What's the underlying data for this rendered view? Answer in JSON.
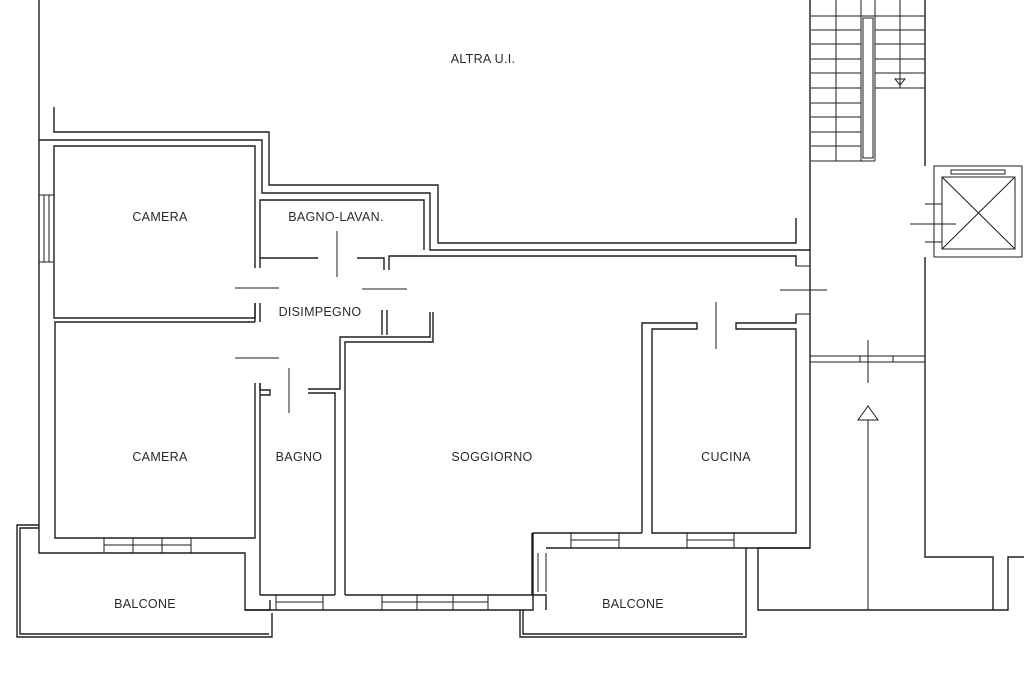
{
  "plan": {
    "rooms": {
      "other_unit": "ALTRA U.I.",
      "bedroom_1": "CAMERA",
      "laundry_bath": "BAGNO-LAVAN.",
      "hallway": "DISIMPEGNO",
      "bedroom_2": "CAMERA",
      "bathroom": "BAGNO",
      "living_room": "SOGGIORNO",
      "kitchen": "CUCINA",
      "balcony_left": "BALCONE",
      "balcony_right": "BALCONE"
    },
    "colors": {
      "line": "#1e1e1e",
      "text": "#2a2a2a",
      "background": "#ffffff"
    }
  }
}
